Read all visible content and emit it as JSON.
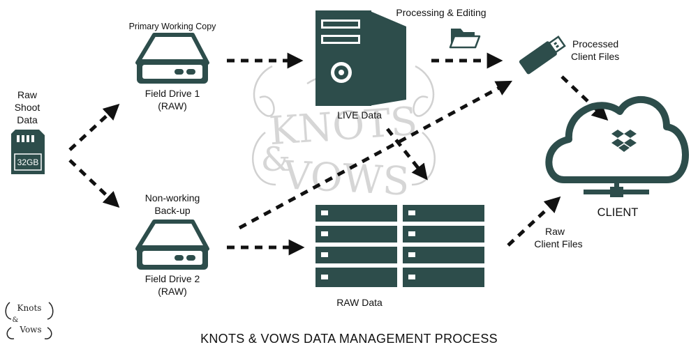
{
  "title": "KNOTS & VOWS DATA MANAGEMENT PROCESS",
  "colors": {
    "primary": "#2d4d4b",
    "arrow": "#111111",
    "watermark": "#c9c9c9"
  },
  "watermark": {
    "line1": "KNOTS",
    "amp": "&",
    "line2": "VOWS",
    "icon": "knots-and-vows-watermark"
  },
  "logo": {
    "line1": "Knots",
    "amp": "&",
    "line2": "Vows",
    "icon": "knots-and-vows-logo"
  },
  "sd_card": {
    "label_line1": "Raw",
    "label_line2": "Shoot",
    "label_line3": "Data",
    "capacity": "32GB",
    "icon": "sd-card-icon"
  },
  "field_drive_1": {
    "caption": "Primary Working Copy",
    "label_line1": "Field Drive 1",
    "label_line2": "(RAW)",
    "icon": "hard-drive-icon"
  },
  "field_drive_2": {
    "caption_line1": "Non-working",
    "caption_line2": "Back-up",
    "label_line1": "Field Drive 2",
    "label_line2": "(RAW)",
    "icon": "hard-drive-icon"
  },
  "workstation": {
    "caption": "Processing & Editing",
    "label": "LIVE Data",
    "icon": "computer-tower-icon"
  },
  "folder": {
    "icon": "folder-icon"
  },
  "usb": {
    "label_line1": "Processed",
    "label_line2": "Client Files",
    "icon": "usb-drive-icon"
  },
  "server": {
    "label": "RAW Data",
    "icon": "server-rack-icon"
  },
  "client": {
    "label": "CLIENT",
    "icon": "cloud-dropbox-icon"
  },
  "raw_client": {
    "label_line1": "Raw",
    "label_line2": "Client Files"
  }
}
